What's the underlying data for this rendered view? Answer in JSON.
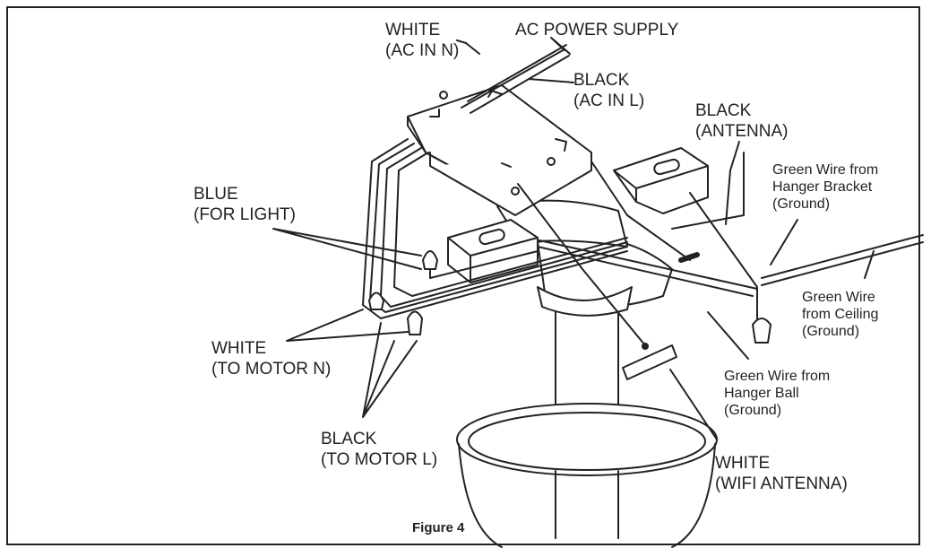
{
  "caption": "Figure 4",
  "labels": {
    "ac_power_supply": "AC POWER SUPPLY",
    "white_ac_in_n_1": "WHITE",
    "white_ac_in_n_2": "(AC IN N)",
    "black_ac_in_l_1": "BLACK",
    "black_ac_in_l_2": "(AC IN L)",
    "black_antenna_1": "BLACK",
    "black_antenna_2": "(ANTENNA)",
    "blue_light_1": "BLUE",
    "blue_light_2": "(FOR LIGHT)",
    "green_bracket_1": "Green Wire from",
    "green_bracket_2": "Hanger Bracket",
    "green_bracket_3": "(Ground)",
    "green_ceiling_1": "Green Wire",
    "green_ceiling_2": "from Ceiling",
    "green_ceiling_3": "(Ground)",
    "white_motor_n_1": "WHITE",
    "white_motor_n_2": "(TO MOTOR N)",
    "green_ball_1": "Green Wire from",
    "green_ball_2": "Hanger Ball",
    "green_ball_3": "(Ground)",
    "black_motor_l_1": "BLACK",
    "black_motor_l_2": "(TO MOTOR L)",
    "white_wifi_1": "WHITE",
    "white_wifi_2": "(WIFI ANTENNA)"
  }
}
